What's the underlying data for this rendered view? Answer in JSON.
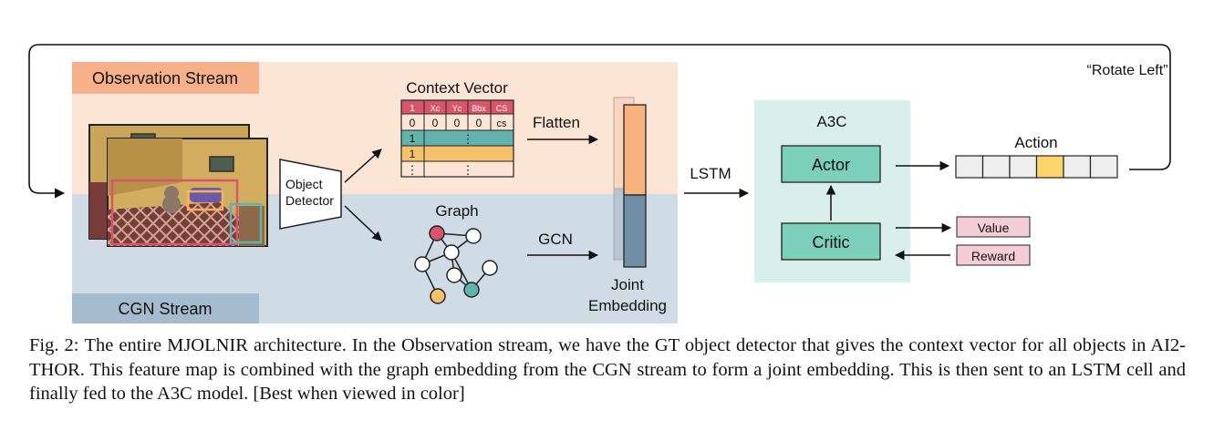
{
  "observation_stream": {
    "label": "Observation Stream",
    "color": "#fde5d6",
    "title_color": "#f7b18a"
  },
  "cgn_stream": {
    "label": "CGN Stream",
    "color": "#cfdce6",
    "title_color": "#a4bccd"
  },
  "object_detector": {
    "line1": "Object",
    "line2": "Detector"
  },
  "context_vector": {
    "title": "Context Vector",
    "header": [
      "1",
      "Xc",
      "Yc",
      "Bbx",
      "CS"
    ],
    "row_zero": [
      "0",
      "0",
      "0",
      "0",
      "cs"
    ],
    "row_teal": "1",
    "row_orange": "1",
    "row_dots": "⋮",
    "header_color": "#d9566a",
    "teal_color": "#62b3ae",
    "orange_color": "#f5c26b"
  },
  "flatten_label": "Flatten",
  "graph_label": "Graph",
  "gcn_label": "GCN",
  "joint_embedding": {
    "line1": "Joint",
    "line2": "Embedding",
    "top_color": "#f8b27d",
    "bottom_color": "#6e8fa5"
  },
  "lstm_label": "LSTM",
  "a3c": {
    "title": "A3C",
    "actor": "Actor",
    "critic": "Critic",
    "panel_color": "#d9efec",
    "box_color": "#7ccfb8"
  },
  "value_label": "Value",
  "reward_label": "Reward",
  "action": {
    "label": "Action",
    "selected_index": 3,
    "cell_count": 6,
    "highlight_color": "#fcd56a"
  },
  "rotate_label": "“Rotate Left”",
  "caption": {
    "label": "Fig. 2:",
    "text": "The entire MJOLNIR architecture. In the Observation stream, we have the GT object detector that gives the context vector for all objects in AI2-THOR. This feature map is combined with the graph embedding from the CGN stream to form a joint embedding. This is then sent to an LSTM cell and finally fed to the A3C model. [Best when viewed in color]"
  }
}
